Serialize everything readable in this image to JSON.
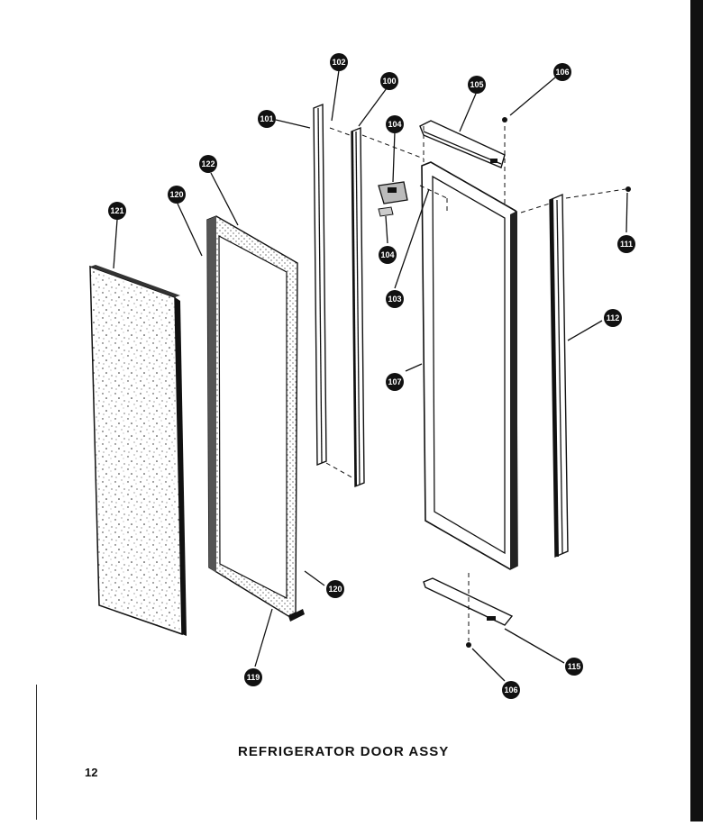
{
  "title": "REFRIGERATOR DOOR ASSY",
  "page_number": "12",
  "callouts": [
    "102",
    "100",
    "101",
    "104",
    "105",
    "106",
    "122",
    "120",
    "121",
    "104",
    "103",
    "111",
    "112",
    "107",
    "120",
    "119",
    "115",
    "106"
  ]
}
